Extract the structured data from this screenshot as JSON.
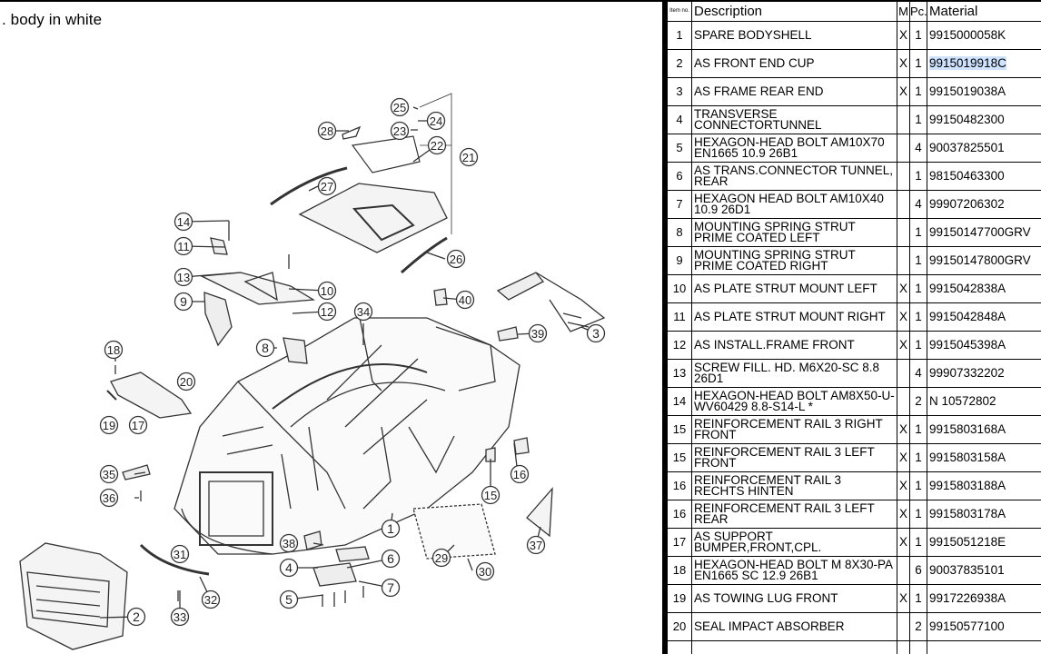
{
  "page_title": ". body in white",
  "table": {
    "headers": {
      "item_no": "Item no.",
      "description": "Description",
      "m": "M",
      "pc": "Pc.",
      "material": "Material"
    },
    "rows": [
      {
        "item": "1",
        "description": "SPARE BODYSHELL",
        "m": "X",
        "pc": "1",
        "material": "9915000058K"
      },
      {
        "item": "2",
        "description": "AS FRONT END CUP",
        "m": "X",
        "pc": "1",
        "material": "9915019918C",
        "selected": true
      },
      {
        "item": "3",
        "description": "AS FRAME REAR END",
        "m": "X",
        "pc": "1",
        "material": "9915019038A"
      },
      {
        "item": "4",
        "description": "TRANSVERSE CONNECTORTUNNEL",
        "m": "",
        "pc": "1",
        "material": "99150482300"
      },
      {
        "item": "5",
        "description": "HEXAGON-HEAD BOLT AM10X70 EN1665 10.9 26B1",
        "m": "",
        "pc": "4",
        "material": "90037825501"
      },
      {
        "item": "6",
        "description": "AS TRANS.CONNECTOR TUNNEL, REAR",
        "m": "",
        "pc": "1",
        "material": "98150463300"
      },
      {
        "item": "7",
        "description": "HEXAGON HEAD BOLT AM10X40 10.9 26D1",
        "m": "",
        "pc": "4",
        "material": "99907206302"
      },
      {
        "item": "8",
        "description": "MOUNTING SPRING STRUT PRIME COATED LEFT",
        "m": "",
        "pc": "1",
        "material": "99150147700GRV"
      },
      {
        "item": "9",
        "description": "MOUNTING SPRING STRUT PRIME COATED RIGHT",
        "m": "",
        "pc": "1",
        "material": "99150147800GRV"
      },
      {
        "item": "10",
        "description": "AS PLATE STRUT MOUNT LEFT",
        "m": "X",
        "pc": "1",
        "material": "9915042838A"
      },
      {
        "item": "11",
        "description": "AS PLATE STRUT MOUNT RIGHT",
        "m": "X",
        "pc": "1",
        "material": "9915042848A"
      },
      {
        "item": "12",
        "description": "AS INSTALL.FRAME FRONT",
        "m": "X",
        "pc": "1",
        "material": "9915045398A"
      },
      {
        "item": "13",
        "description": "SCREW FILL. HD. M6X20-SC 8.8 26D1",
        "m": "",
        "pc": "4",
        "material": "99907332202"
      },
      {
        "item": "14",
        "description": "HEXAGON-HEAD BOLT AM8X50-U-WV60429 8.8-S14-L *",
        "m": "",
        "pc": "2",
        "material": "N  10572802"
      },
      {
        "item": "15",
        "description": "REINFORCEMENT RAIL 3 RIGHT FRONT",
        "m": "X",
        "pc": "1",
        "material": "9915803168A"
      },
      {
        "item": "15",
        "description": "REINFORCEMENT RAIL 3 LEFT FRONT",
        "m": "X",
        "pc": "1",
        "material": "9915803158A"
      },
      {
        "item": "16",
        "description": "REINFORCEMENT RAIL 3 RECHTS HINTEN",
        "m": "X",
        "pc": "1",
        "material": "9915803188A"
      },
      {
        "item": "16",
        "description": "REINFORCEMENT RAIL 3 LEFT REAR",
        "m": "X",
        "pc": "1",
        "material": "9915803178A"
      },
      {
        "item": "17",
        "description": "AS SUPPORT BUMPER,FRONT,CPL.",
        "m": "X",
        "pc": "1",
        "material": "9915051218E"
      },
      {
        "item": "18",
        "description": "HEXAGON-HEAD BOLT M 8X30-PA EN1665 SC 12.9 26B1",
        "m": "",
        "pc": "6",
        "material": "90037835101"
      },
      {
        "item": "19",
        "description": "AS TOWING LUG FRONT",
        "m": "X",
        "pc": "1",
        "material": "9917226938A"
      },
      {
        "item": "20",
        "description": "SEAL IMPACT ABSORBER",
        "m": "",
        "pc": "2",
        "material": "99150577100"
      },
      {
        "item": "",
        "description": "",
        "m": "",
        "pc": "",
        "material": ""
      }
    ]
  },
  "callouts": [
    "1",
    "2",
    "3",
    "4",
    "5",
    "6",
    "7",
    "8",
    "9",
    "10",
    "11",
    "12",
    "13",
    "14",
    "15",
    "16",
    "17",
    "18",
    "19",
    "20",
    "21",
    "22",
    "23",
    "24",
    "25",
    "26",
    "27",
    "28",
    "29",
    "30",
    "31",
    "32",
    "33",
    "34",
    "35",
    "36",
    "37",
    "38",
    "39",
    "40"
  ]
}
